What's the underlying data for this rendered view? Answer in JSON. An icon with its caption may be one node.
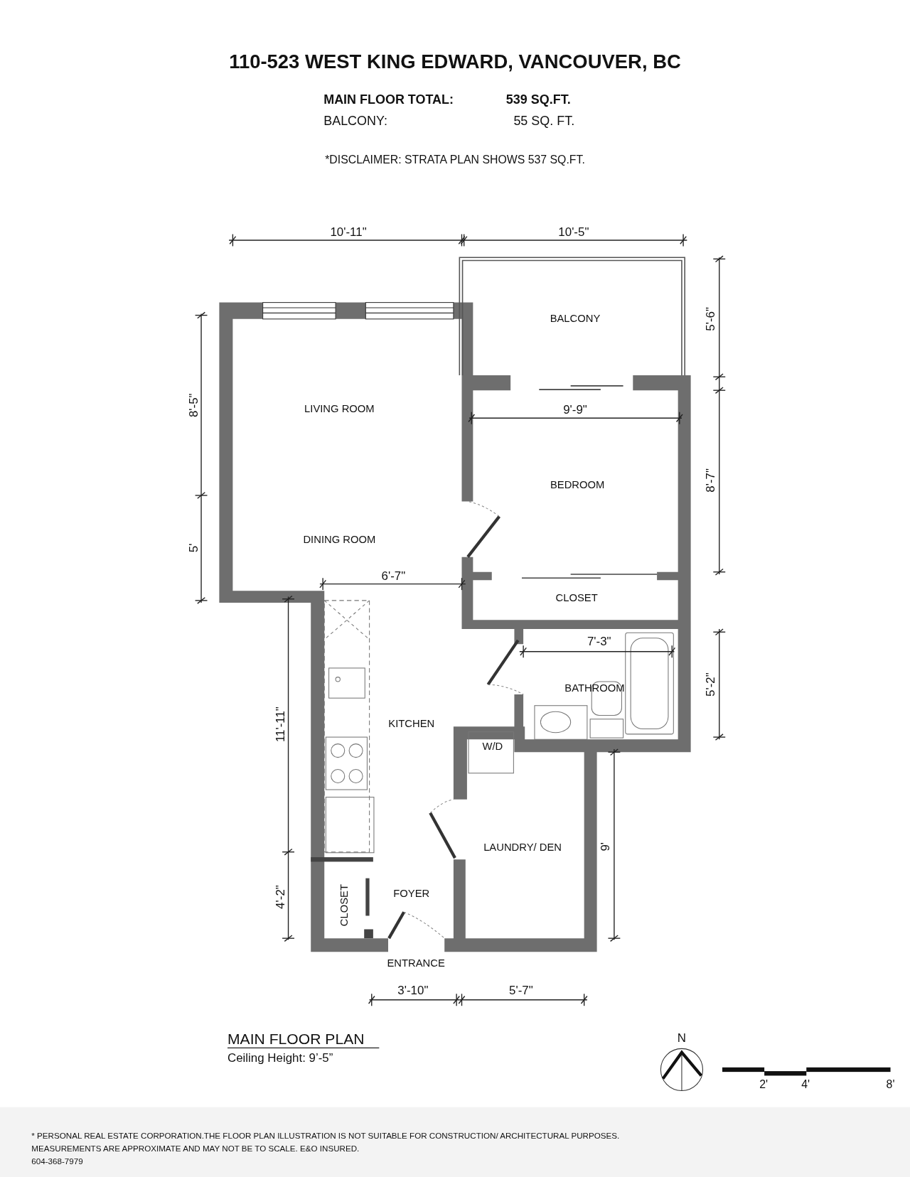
{
  "diagram": {
    "title": "110-523 WEST KING EDWARD, VANCOUVER, BC",
    "labels": [
      "MAIN FLOOR TOTAL:",
      "539 SQ.FT.",
      "BALCONY:",
      "55 SQ. FT.",
      "*DISCLAIMER: STRATA PLAN SHOWS 537 SQ.FT.",
      "10'-11\"",
      "10'-5\"",
      "BALCONY",
      "5'-6\"",
      "8'-5\"",
      "LIVING ROOM",
      "9'-9\"",
      "BEDROOM",
      "8'-7\"",
      "5'",
      "DINING ROOM",
      "6'-7\"",
      "CLOSET",
      "7'-3\"",
      "5'-2\"",
      "BATHROOM",
      "11'-11\"",
      "KITCHEN",
      "W/D",
      "LAUNDRY/ DEN",
      "9'",
      "4'-2\"",
      "FOYER",
      "CLOSET",
      "ENTRANCE",
      "3'-10\"",
      "5'-7\"",
      "MAIN FLOOR PLAN",
      "Ceiling Height: 9’-5”",
      "N",
      "2'",
      "4'",
      "8'",
      "* PERSONAL REAL ESTATE CORPORATION.THE FLOOR PLAN ILLUSTRATION IS NOT SUITABLE FOR CONSTRUCTION/ ARCHITECTURAL PURPOSES.",
      "MEASUREMENTS ARE APPROXIMATE AND MAY NOT BE TO SCALE. E&O INSURED.",
      "604-368-7979"
    ]
  }
}
